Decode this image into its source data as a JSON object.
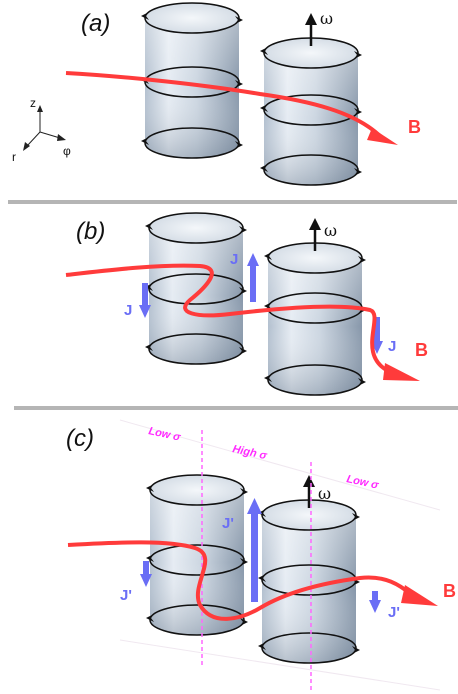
{
  "panels": {
    "a": {
      "label": "(a)"
    },
    "b": {
      "label": "(b)"
    },
    "c": {
      "label": "(c)"
    }
  },
  "axes": {
    "z": "z",
    "r": "r",
    "phi": "φ"
  },
  "symbols": {
    "omega": "ω",
    "B": "B",
    "J": "J",
    "J_prime": "J'"
  },
  "regions": {
    "low_sigma_left": "Low σ",
    "high_sigma": "High σ",
    "low_sigma_right": "Low σ"
  },
  "colors": {
    "field_line": "#ff3b3b",
    "current": "#6a6ef5",
    "sigma_boundary": "#ff66ff",
    "separator": "#b5b5b5"
  }
}
